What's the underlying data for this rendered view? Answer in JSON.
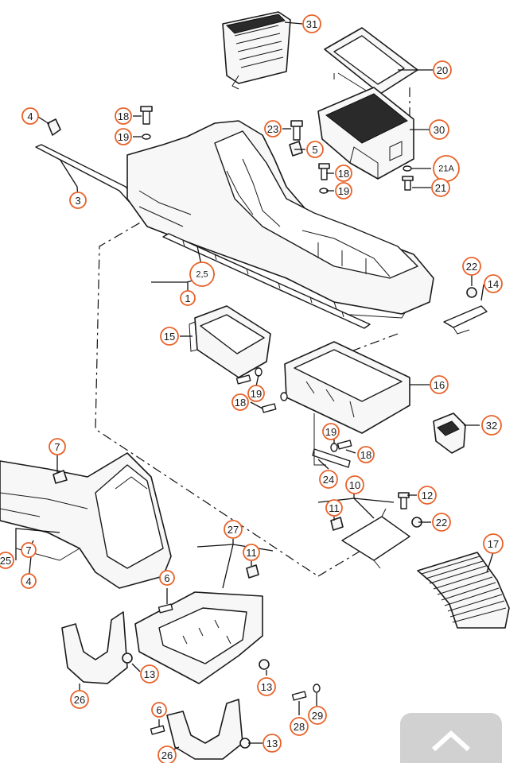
{
  "diagram": {
    "callouts": [
      {
        "id": "c31",
        "label": "31"
      },
      {
        "id": "c20",
        "label": "20"
      },
      {
        "id": "c4a",
        "label": "4"
      },
      {
        "id": "c18a",
        "label": "18"
      },
      {
        "id": "c19a",
        "label": "19"
      },
      {
        "id": "c23",
        "label": "23"
      },
      {
        "id": "c30",
        "label": "30"
      },
      {
        "id": "c5",
        "label": "5"
      },
      {
        "id": "c18b",
        "label": "18"
      },
      {
        "id": "c21a",
        "label": "21A"
      },
      {
        "id": "c19b",
        "label": "19"
      },
      {
        "id": "c21",
        "label": "21"
      },
      {
        "id": "c3",
        "label": "3"
      },
      {
        "id": "c25a",
        "label": "2,5"
      },
      {
        "id": "c1",
        "label": "1"
      },
      {
        "id": "c22a",
        "label": "22"
      },
      {
        "id": "c14",
        "label": "14"
      },
      {
        "id": "c15",
        "label": "15"
      },
      {
        "id": "c16",
        "label": "16"
      },
      {
        "id": "c19c",
        "label": "19"
      },
      {
        "id": "c18c",
        "label": "18"
      },
      {
        "id": "c32",
        "label": "32"
      },
      {
        "id": "c19d",
        "label": "19"
      },
      {
        "id": "c18d",
        "label": "18"
      },
      {
        "id": "c24",
        "label": "24"
      },
      {
        "id": "c7a",
        "label": "7"
      },
      {
        "id": "c10",
        "label": "10"
      },
      {
        "id": "c12",
        "label": "12"
      },
      {
        "id": "c11a",
        "label": "11"
      },
      {
        "id": "c22b",
        "label": "22"
      },
      {
        "id": "c27",
        "label": "27"
      },
      {
        "id": "c11b",
        "label": "11"
      },
      {
        "id": "c17",
        "label": "17"
      },
      {
        "id": "c25b",
        "label": "25"
      },
      {
        "id": "c7b",
        "label": "7"
      },
      {
        "id": "c4b",
        "label": "4"
      },
      {
        "id": "c6a",
        "label": "6"
      },
      {
        "id": "c13a",
        "label": "13"
      },
      {
        "id": "c13b",
        "label": "13"
      },
      {
        "id": "c26a",
        "label": "26"
      },
      {
        "id": "c29",
        "label": "29"
      },
      {
        "id": "c28",
        "label": "28"
      },
      {
        "id": "c6b",
        "label": "6"
      },
      {
        "id": "c13c",
        "label": "13"
      },
      {
        "id": "c26b",
        "label": "26"
      }
    ]
  },
  "colors": {
    "callout_ring": "#e8622a",
    "line": "#1a1a1a",
    "overlay_button": "#c9c9c9"
  },
  "overlay": {
    "icon": "chevron-up-icon"
  }
}
